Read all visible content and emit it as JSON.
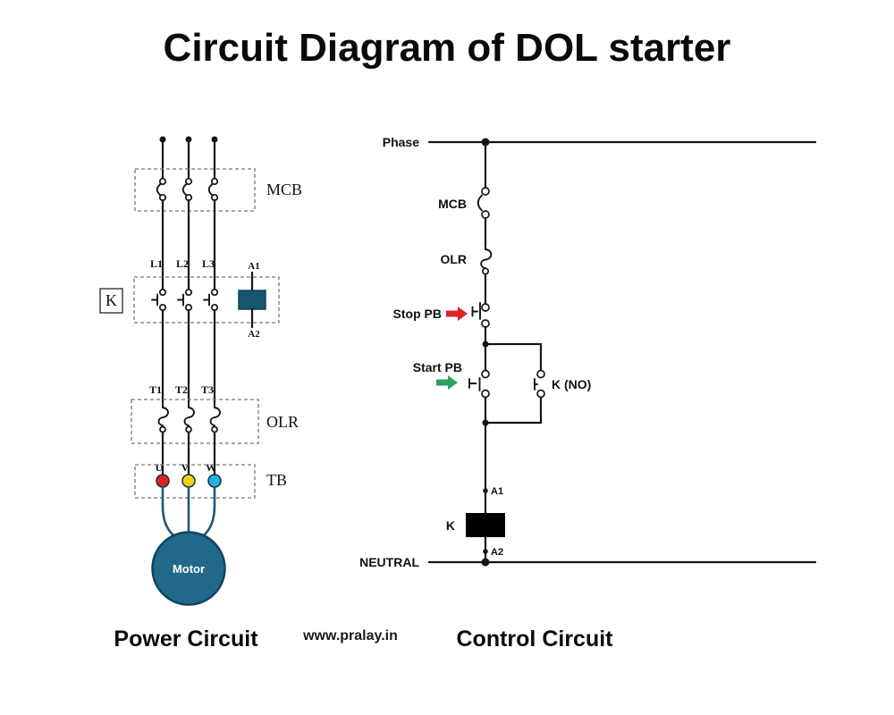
{
  "title": "Circuit Diagram of DOL starter",
  "power": {
    "section_label": "Power Circuit",
    "mcb_label": "MCB",
    "olr_label": "OLR",
    "tb_label": "TB",
    "k_box_label": "K",
    "coil_a1": "A1",
    "coil_a2": "A2",
    "line_labels": [
      "L1",
      "L2",
      "L3"
    ],
    "t_labels": [
      "T1",
      "T2",
      "T3"
    ],
    "terminal_labels": [
      "U",
      "V",
      "W"
    ],
    "terminal_colors": [
      "#e02127",
      "#f2d113",
      "#29b0e8"
    ],
    "motor_label": "Motor",
    "motor_color": "#21688b",
    "coil_color": "#17566f"
  },
  "control": {
    "section_label": "Control Circuit",
    "phase_label": "Phase",
    "neutral_label": "NEUTRAL",
    "mcb_label": "MCB",
    "olr_label": "OLR",
    "stop_label": "Stop PB",
    "start_label": "Start PB",
    "kno_label": "K (NO)",
    "coil_a1": "A1",
    "coil_a2": "A2",
    "coil_k_label": "K",
    "stop_arrow_color": "#e02127",
    "start_arrow_color": "#2ba05f"
  },
  "footer": {
    "website": "www.pralay.in"
  }
}
